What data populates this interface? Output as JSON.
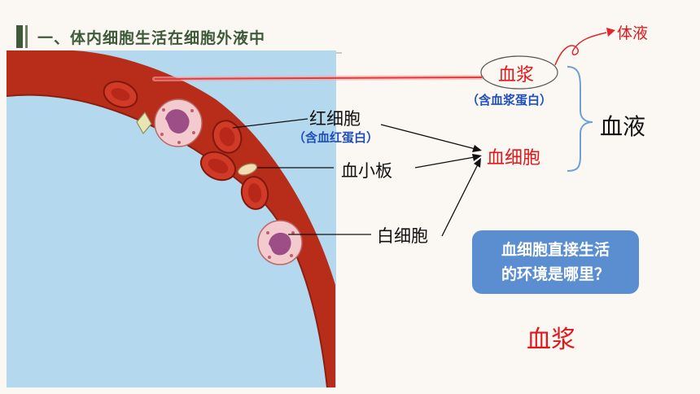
{
  "header": {
    "title": "一、体内细胞生活在细胞外液中"
  },
  "labels": {
    "body_fluid": "体液",
    "plasma": "血浆",
    "plasma_protein": "（含血浆蛋白）",
    "blood": "血液",
    "red_cell": "红细胞",
    "hemoglobin": "（含血红蛋白）",
    "platelet": "血小板",
    "white_cell": "白细胞",
    "blood_cells": "血细胞"
  },
  "question": {
    "line1": "血细胞直接生活",
    "line2": "的环境是哪里？"
  },
  "answer": "血浆"
}
